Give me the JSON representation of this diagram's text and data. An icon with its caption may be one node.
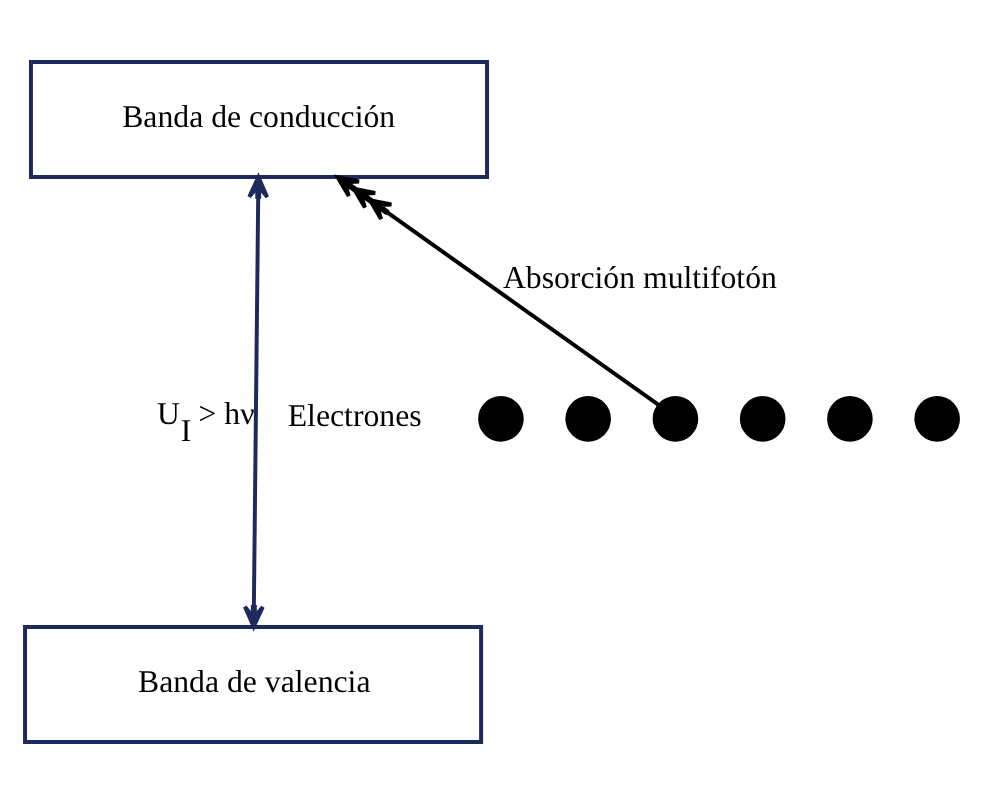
{
  "diagram": {
    "nodes": [
      {
        "text": [
          "Banda de conducción"
        ]
      },
      {
        "text": [
          "Banda de valencia"
        ]
      },
      {
        "text": [],
        "shape": "circle"
      },
      {
        "text": [],
        "shape": "circle"
      },
      {
        "text": [],
        "shape": "circle"
      },
      {
        "text": [],
        "shape": "circle"
      },
      {
        "text": [],
        "shape": "circle"
      },
      {
        "text": [],
        "shape": "circle"
      }
    ],
    "edges": [
      {
        "from": 4,
        "to": 0,
        "arrow": "to",
        "label": "Absorción multifotón",
        "color": "#000000"
      },
      {
        "from": 1,
        "to": 0,
        "arrow": "both",
        "label": "U$_{I}$ > hν",
        "color": "#1f2a5c"
      }
    ],
    "labels": [
      "Electrones"
    ]
  }
}
